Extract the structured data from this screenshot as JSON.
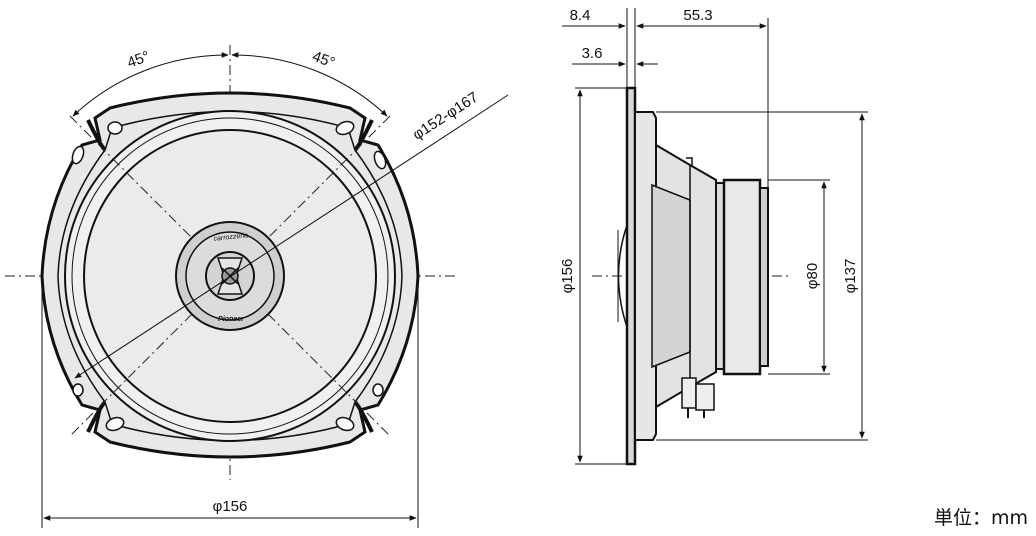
{
  "front_view": {
    "angle_left": "45°",
    "angle_right": "45°",
    "diameter_range": "φ152-φ167",
    "width": "φ156",
    "logo_top": "carrozzeria",
    "logo_bottom": "Pioneer"
  },
  "side_view": {
    "depth_total": "55.3",
    "flange_offset": "8.4",
    "flange_thickness": "3.6",
    "height_outer": "φ156",
    "magnet_diameter": "φ80",
    "basket_diameter": "φ137"
  },
  "unit": "単位：mm"
}
